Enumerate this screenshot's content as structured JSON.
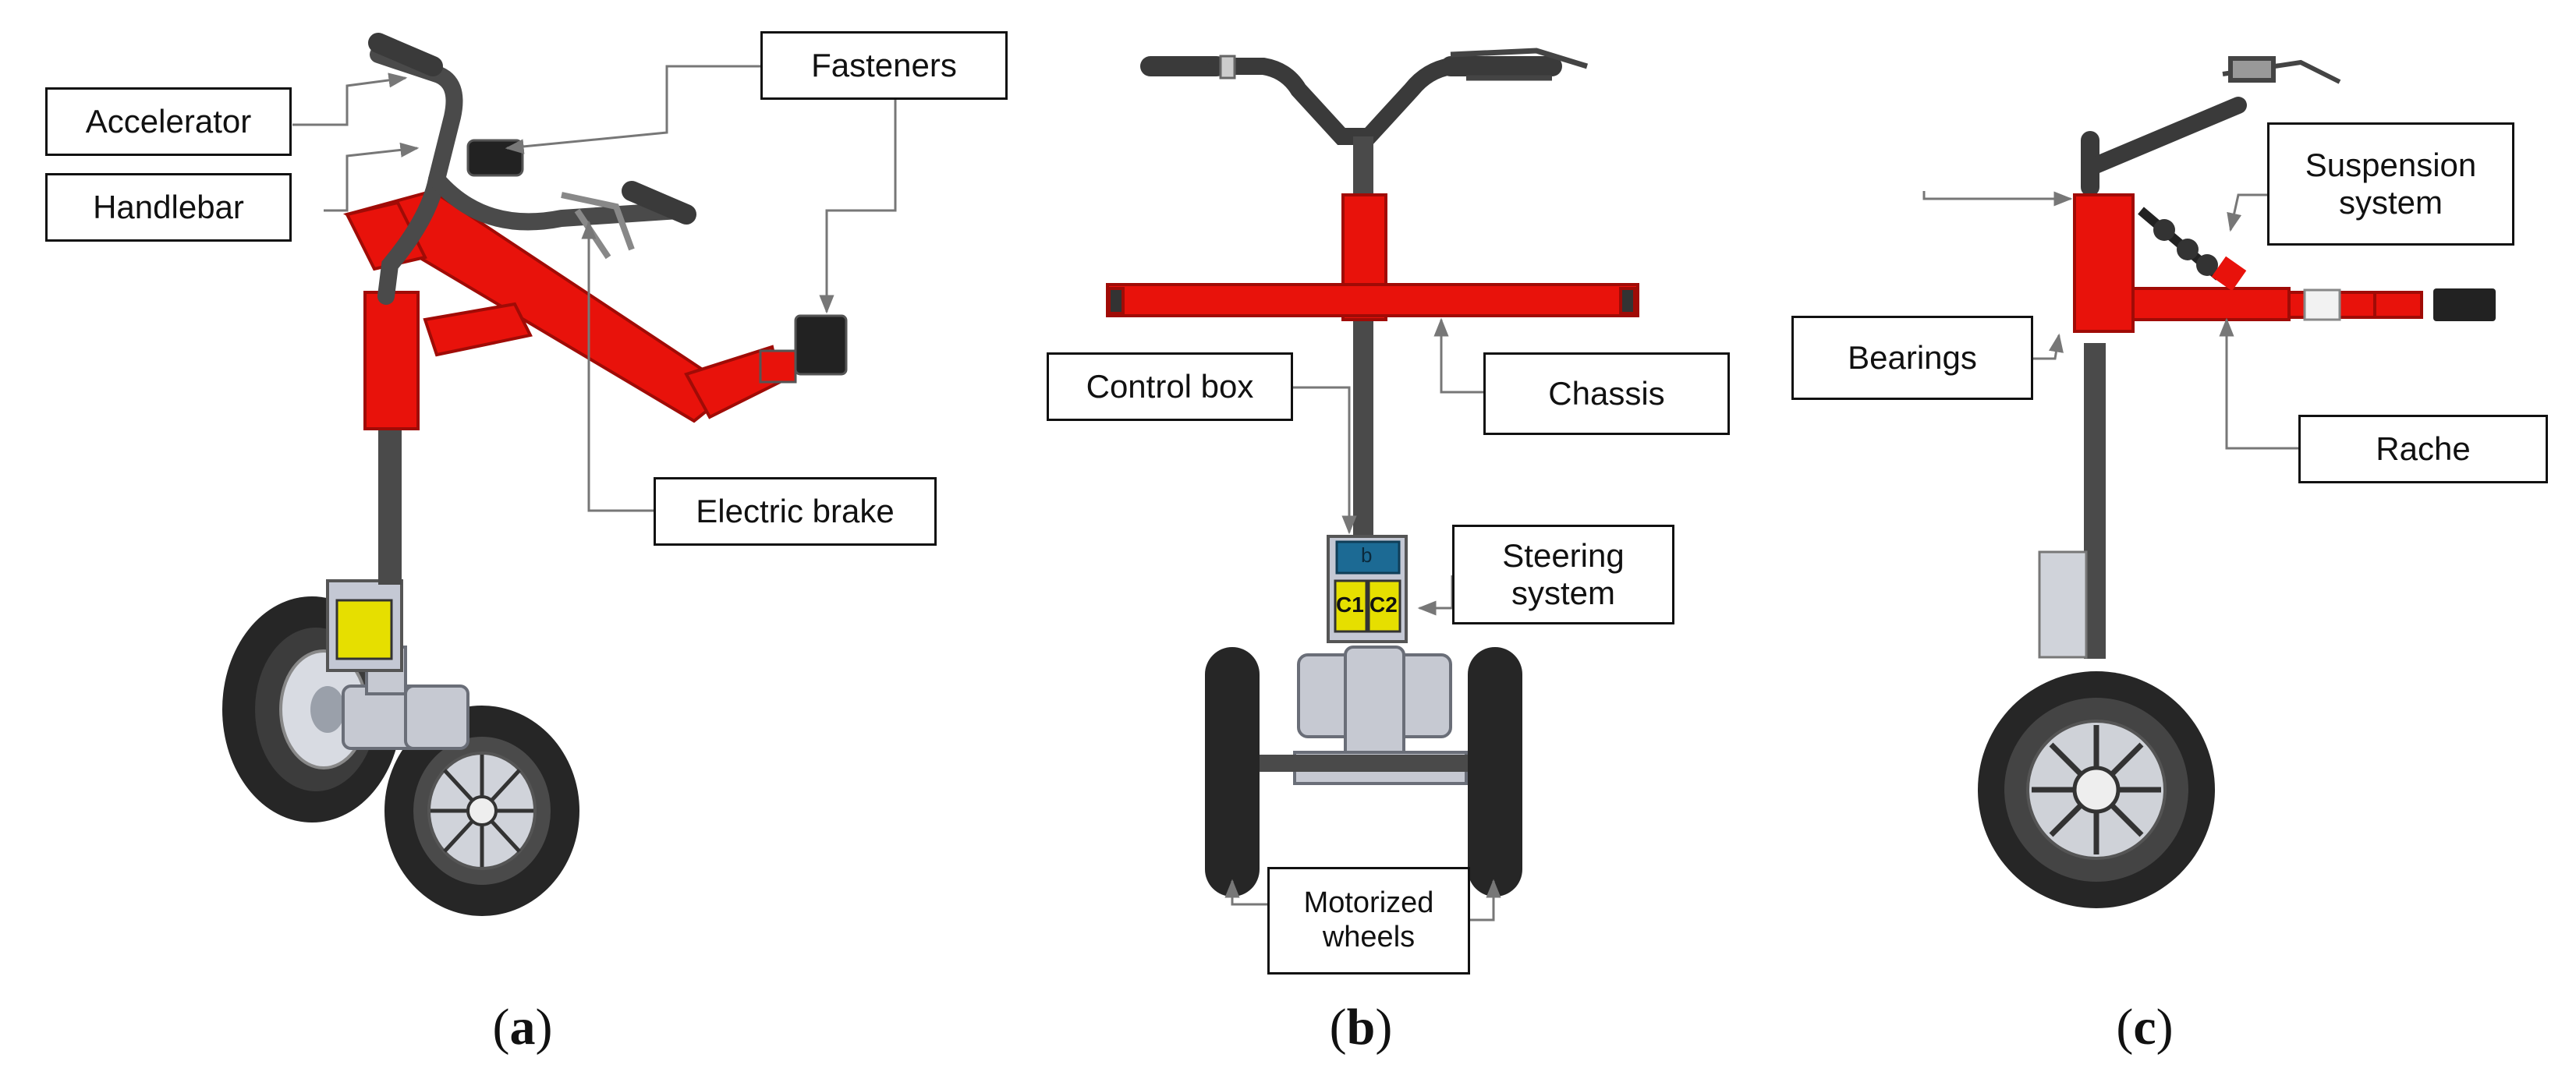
{
  "colors": {
    "frame": "#e8120b",
    "frame_dark": "#a00b06",
    "steel": "#4a4a4a",
    "tire": "#262626",
    "box_blue": "#1c6a94",
    "box_yellow": "#e6df00",
    "motor": "#c6c9d2"
  },
  "panel_a": {
    "labels": {
      "accelerator": "Accelerator",
      "handlebar": "Handlebar",
      "fasteners": "Fasteners",
      "electric_brake": "Electric brake"
    },
    "caption": {
      "open": "(",
      "letter": "a",
      "close": ")"
    }
  },
  "panel_b": {
    "labels": {
      "control_box": "Control box",
      "chassis": "Chassis",
      "steering_1": "Steering",
      "steering_2": "system",
      "motorized_1": "Motorized",
      "motorized_2": "wheels"
    },
    "box_labels": {
      "top": "b",
      "left": "C1",
      "right": "C2"
    },
    "caption": {
      "open": "(",
      "letter": "b",
      "close": ")"
    }
  },
  "panel_c": {
    "labels": {
      "suspension_1": "Suspension",
      "suspension_2": "system",
      "bearings": "Bearings",
      "rache": "Rache"
    },
    "caption": {
      "open": "(",
      "letter": "c",
      "close": ")"
    }
  }
}
